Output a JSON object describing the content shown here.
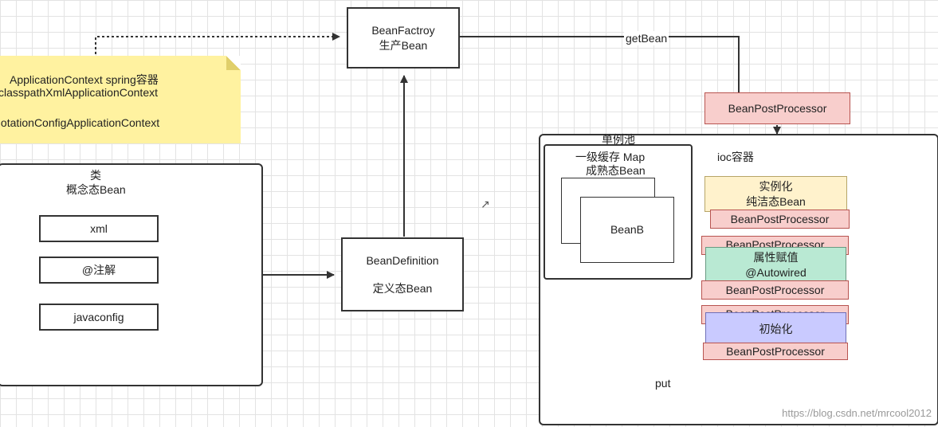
{
  "bean_factory": {
    "line1": "BeanFactroy",
    "line2": "生产Bean"
  },
  "get_bean_label": "getBean",
  "top_bean_post_processor": "BeanPostProcessor",
  "note": {
    "line1": "ApplicationContext spring容器",
    "line2": "classpathXmlApplicationContext",
    "line3": "AnnotationConfigApplicationContext"
  },
  "class_panel": {
    "title": "类",
    "subtitle": "概念态Bean",
    "items": [
      "xml",
      "@注解",
      "javaconfig"
    ]
  },
  "bean_definition": {
    "line1": "BeanDefinition",
    "line2": "定义态Bean"
  },
  "ioc_container": {
    "singleton_pool_label": "单例池",
    "ioc_label": "ioc容器",
    "cache": {
      "line1": "一级缓存 Map",
      "line2": "成熟态Bean"
    },
    "bean_b": "BeanB",
    "put_label": "put",
    "instantiate": {
      "line1": "实例化",
      "line2": "纯洁态Bean"
    },
    "populate": {
      "line1": "属性赋值",
      "line2": "@Autowired"
    },
    "initialize": "初始化",
    "bpp_label": "BeanPostProcessor"
  },
  "cursor_icon": "mouse-cursor-icon",
  "watermark": "https://blog.csdn.net/mrcool2012",
  "colors": {
    "note": "#fff2a0",
    "bpp_fill": "#f8cecc",
    "bpp_border": "#b85450",
    "instantiate_fill": "#fff2cc",
    "populate_fill": "#b9e9d3",
    "initialize_fill": "#c9caff"
  }
}
